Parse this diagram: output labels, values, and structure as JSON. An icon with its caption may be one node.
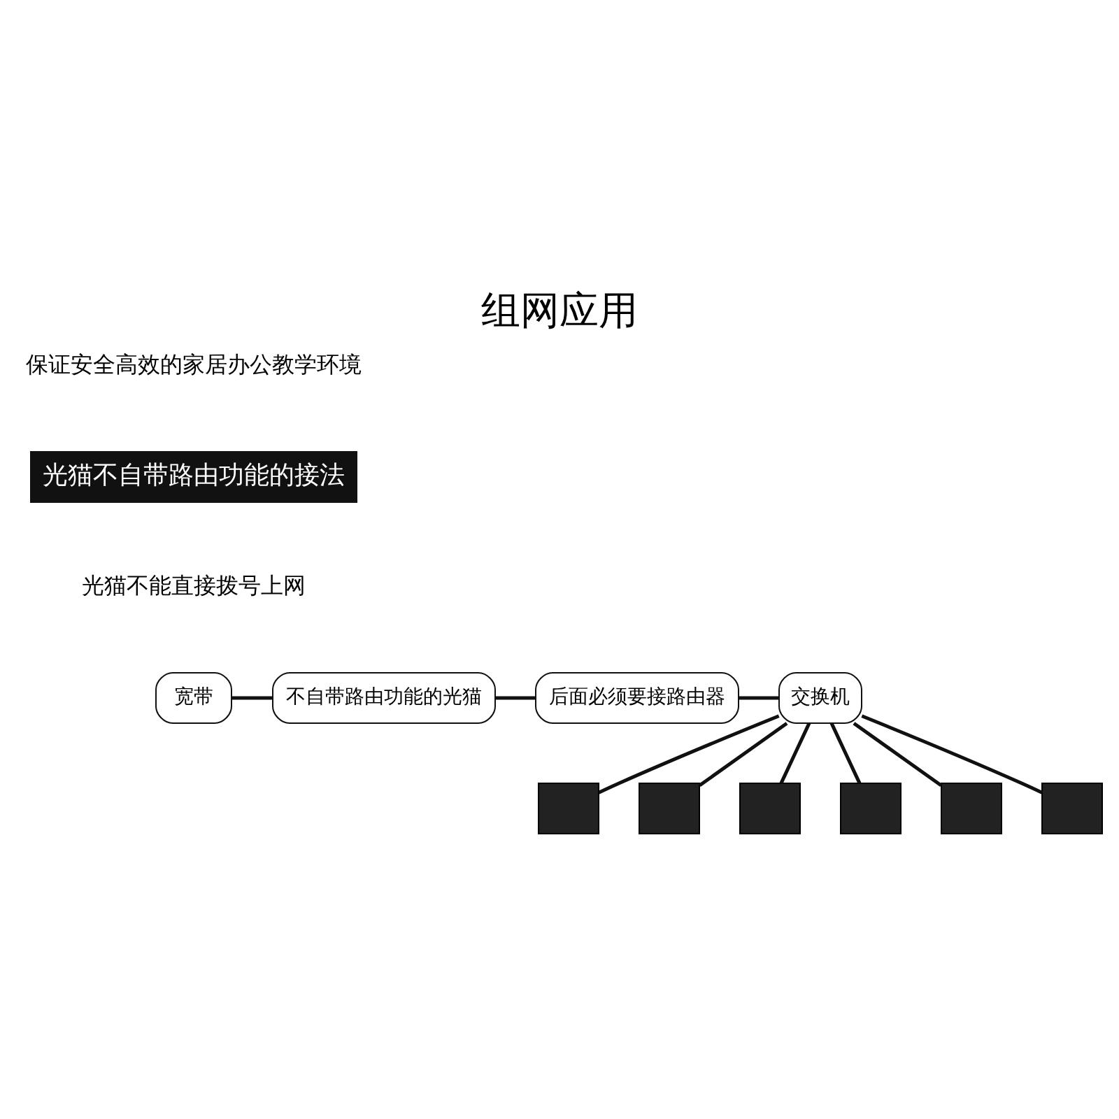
{
  "diagram": {
    "title": "组网应用",
    "nodes": [
      {
        "text": [
          "光猫不自带路由功能的接法"
        ]
      },
      {
        "text": [
          "宽带"
        ]
      },
      {
        "text": [
          "不自带路由功能的光猫"
        ]
      },
      {
        "text": [
          "后面必须要接路由器"
        ]
      },
      {
        "text": [
          "交换机"
        ]
      },
      {
        "text": [],
        "shape": "box"
      },
      {
        "text": [],
        "shape": "box"
      },
      {
        "text": [],
        "shape": "box"
      },
      {
        "text": [],
        "shape": "box"
      },
      {
        "text": [],
        "shape": "box"
      },
      {
        "text": [],
        "shape": "box"
      }
    ],
    "edges": [
      {
        "from": 1,
        "to": 2,
        "arrow": "none"
      },
      {
        "from": 2,
        "to": 3,
        "arrow": "none"
      },
      {
        "from": 3,
        "to": 4,
        "arrow": "none"
      },
      {
        "from": 4,
        "to": 5,
        "arrow": "none"
      },
      {
        "from": 4,
        "to": 6,
        "arrow": "none"
      },
      {
        "from": 4,
        "to": 7,
        "arrow": "none"
      },
      {
        "from": 4,
        "to": 8,
        "arrow": "none"
      },
      {
        "from": 4,
        "to": 9,
        "arrow": "none"
      },
      {
        "from": 4,
        "to": 10,
        "arrow": "none"
      }
    ],
    "labels": [
      "保证安全高效的家居办公教学环境",
      "光猫不能直接拨号上网"
    ]
  }
}
